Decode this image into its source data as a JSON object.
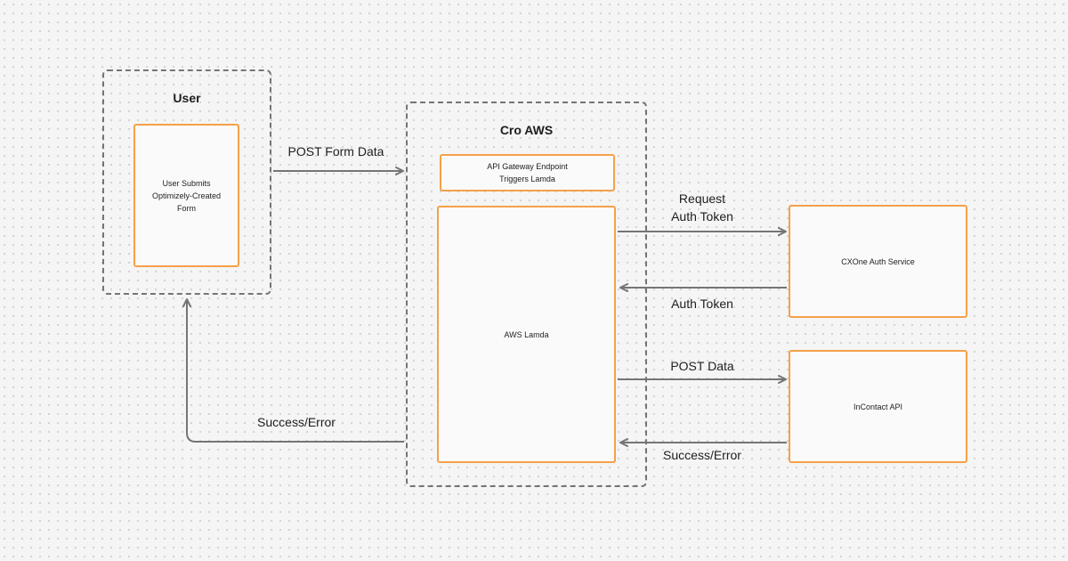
{
  "groups": {
    "user": {
      "title": "User"
    },
    "cro_aws": {
      "title": "Cro AWS"
    }
  },
  "nodes": {
    "user_form": "User Submits\nOptimizely-Created\nForm",
    "api_gateway": "API Gateway Endpoint\nTriggers Lamda",
    "aws_lamda": "AWS Lamda",
    "cxone_auth": "CXOne Auth Service",
    "incontact_api": "InContact API"
  },
  "edges": {
    "post_form_data": "POST Form Data",
    "request_auth_token": "Request\nAuth Token",
    "auth_token": "Auth Token",
    "post_data": "POST Data",
    "success_error_incontact": "Success/Error",
    "success_error_user": "Success/Error"
  },
  "colors": {
    "node_border": "#f5a04a",
    "group_border": "#757575",
    "arrow": "#757575",
    "background": "#f5f5f5"
  }
}
